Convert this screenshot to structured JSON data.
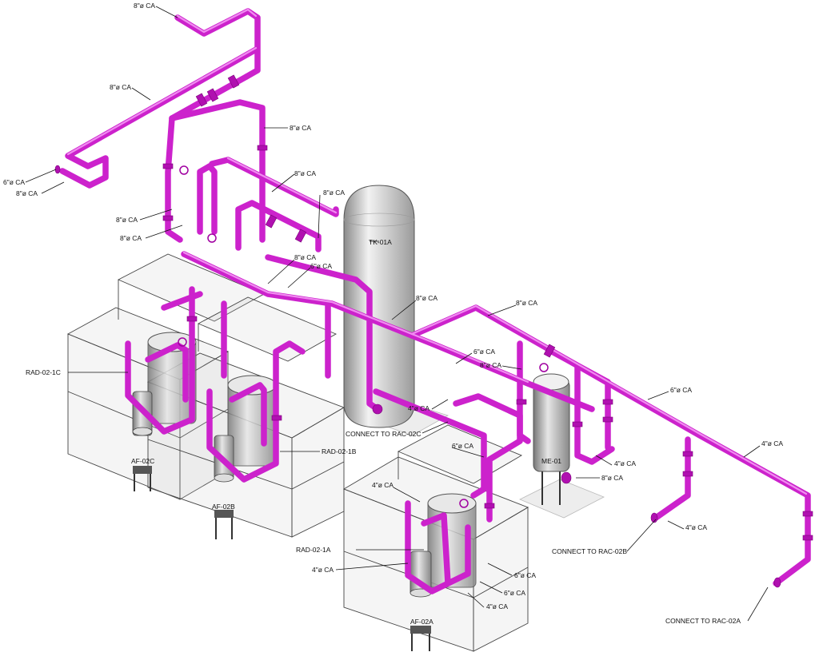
{
  "colors": {
    "pipe": "#cc22cc",
    "pipe_highlight": "#f08cf0",
    "flange": "#b010b0",
    "enclosure": "#444444",
    "tank_light": "#f2f2f2",
    "tank_dark": "#8a8a8a"
  },
  "equipment": {
    "tank": "TK-01A",
    "separator": "ME-01",
    "dryer_a": "AF-02A",
    "dryer_b": "AF-02B",
    "dryer_c": "AF-02C",
    "receiver_a": "RAD-02-1A",
    "receiver_b": "RAD-02-1B",
    "receiver_c": "RAD-02-1C"
  },
  "connections": {
    "rac_02a": "CONNECT TO RAC-02A",
    "rac_02b": "CONNECT TO RAC-02B",
    "rac_02c": "CONNECT TO RAC-02C"
  },
  "pipe_labels": {
    "top": "8\"ø CA",
    "diag_upper": "8\"ø CA",
    "riser_right": "8\"ø CA",
    "left_6": "6\"ø CA",
    "left_8": "8\"ø CA",
    "mid_left_1": "8\"ø CA",
    "mid_left_2": "8\"ø CA",
    "tank_inlet_1": "8\"ø CA",
    "tank_inlet_2": "8\"ø CA",
    "header_8a": "8\"ø CA",
    "header_6a": "6\"ø CA",
    "header_8b": "8\"ø CA",
    "header_right_8": "8\"ø CA",
    "branch_6": "6\"ø CA",
    "branch_8": "8\"ø CA",
    "right_6": "6\"ø CA",
    "right_4": "4\"ø CA",
    "sep_4": "4\"ø CA",
    "sep_8": "8\"ø CA",
    "rac02c_4": "4\"ø CA",
    "rac02b_4": "4\"ø CA",
    "lower_6": "6\"ø CA",
    "lower_4a": "4\"ø CA",
    "lower_4b": "4\"ø CA",
    "bottom_6a": "6\"ø CA",
    "bottom_6b": "6\"ø CA",
    "bottom_4": "4\"ø CA"
  }
}
